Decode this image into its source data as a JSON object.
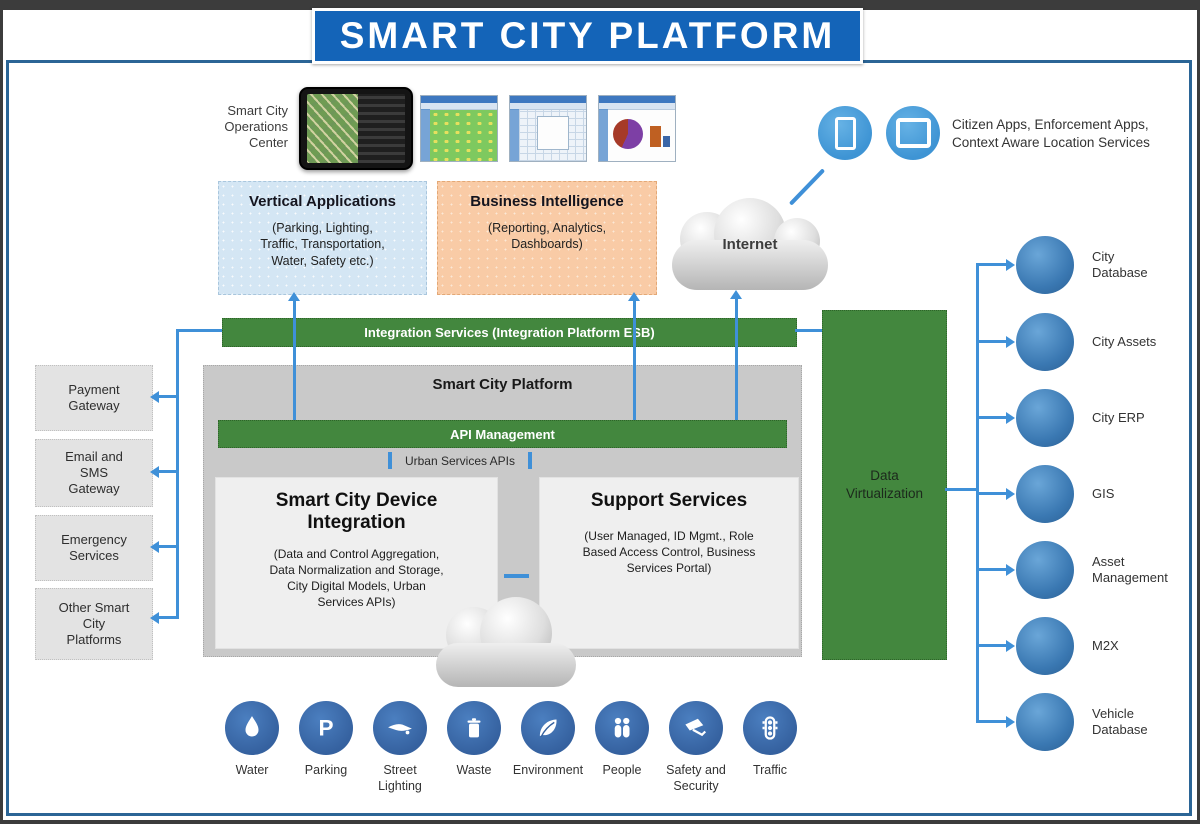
{
  "title": {
    "text": "SMART CITY PLATFORM"
  },
  "ops_center": {
    "label": "Smart City\nOperations\nCenter"
  },
  "citizen_apps": {
    "label": "Citizen Apps, Enforcement Apps,\nContext Aware Location Services"
  },
  "internet": {
    "label": "Internet"
  },
  "vertical_applications": {
    "title": "Vertical Applications",
    "body": "(Parking, Lighting,\nTraffic, Transportation,\nWater, Safety etc.)"
  },
  "business_intelligence": {
    "title": "Business Intelligence",
    "body": "(Reporting, Analytics,\nDashboards)"
  },
  "integration_services": {
    "label": "Integration Services (Integration Platform ESB)"
  },
  "platform": {
    "title": "Smart City Platform",
    "api_management": "API Management",
    "urban_services_apis": "Urban Services APIs",
    "device_integration": {
      "title": "Smart City Device Integration",
      "body": "(Data and Control Aggregation,\nData Normalization and Storage,\nCity Digital Models, Urban\nServices APIs)"
    },
    "support_services": {
      "title": "Support Services",
      "body": "(User Managed, ID Mgmt., Role\nBased Access Control, Business\nServices Portal)"
    }
  },
  "left_gateways": [
    {
      "label": "Payment\nGateway"
    },
    {
      "label": "Email and\nSMS\nGateway"
    },
    {
      "label": "Emergency\nServices"
    },
    {
      "label": "Other Smart\nCity\nPlatforms"
    }
  ],
  "data_virtualization": {
    "label": "Data\nVirtualization"
  },
  "data_sources": [
    {
      "label": "City\nDatabase"
    },
    {
      "label": "City Assets"
    },
    {
      "label": "City ERP"
    },
    {
      "label": "GIS"
    },
    {
      "label": "Asset\nManagement"
    },
    {
      "label": "M2X"
    },
    {
      "label": "Vehicle\nDatabase"
    }
  ],
  "city_services": [
    {
      "label": "Water",
      "icon": "water-drop-icon"
    },
    {
      "label": "Parking",
      "icon": "parking-icon"
    },
    {
      "label": "Street\nLighting",
      "icon": "street-light-icon"
    },
    {
      "label": "Waste",
      "icon": "waste-bin-icon"
    },
    {
      "label": "Environment",
      "icon": "leaf-icon"
    },
    {
      "label": "People",
      "icon": "people-icon"
    },
    {
      "label": "Safety and\nSecurity",
      "icon": "security-camera-icon"
    },
    {
      "label": "Traffic",
      "icon": "traffic-light-icon"
    }
  ],
  "colors": {
    "title_bar_blue": "#1464b8",
    "frame_blue": "#2b6596",
    "connector_blue": "#3f90d8",
    "green": "#43873e",
    "vertical_apps_bg": "#d4e6f4",
    "business_intelligence_bg": "#f9cba6",
    "platform_gray": "#c9c9c9",
    "source_circle_blue": "#3a78b2",
    "service_circle_blue": "#35619f",
    "app_circle_blue": "#4aa0dc"
  }
}
